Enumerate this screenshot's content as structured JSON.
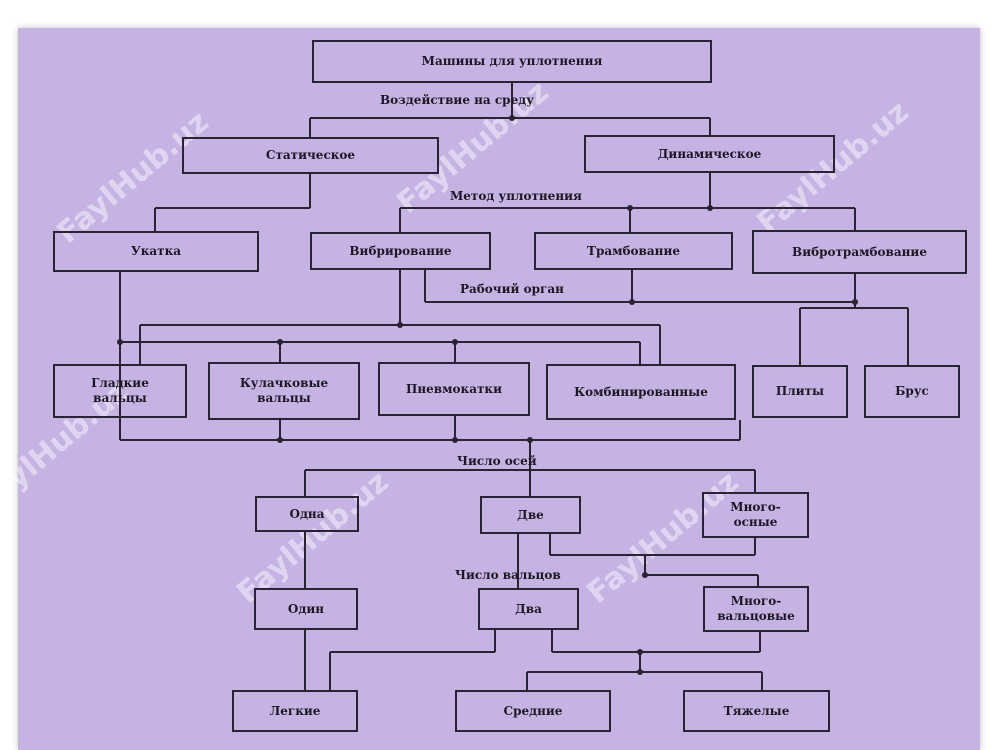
{
  "nodes": {
    "root": "Машины для уплотнения",
    "static": "Статическое",
    "dynamic": "Динамическое",
    "ukatka": "Укатка",
    "vibro": "Вибрирование",
    "tramb": "Трамбование",
    "vibrotramb": "Вибротрамбование",
    "gladkie": "Гладкие\nвальцы",
    "kulach": "Кулачковые\nвальцы",
    "pnevmo": "Пневмокатки",
    "kombi": "Комбинированные",
    "plity": "Плиты",
    "brus": "Брус",
    "odna": "Одна",
    "dve": "Две",
    "mnogoosnye": "Много-\nосные",
    "odin": "Один",
    "dva": "Два",
    "mnogovaltsovye": "Много-\nвальцовые",
    "legkie": "Легкие",
    "srednie": "Средние",
    "tyazhelye": "Тяжелые"
  },
  "labels": {
    "impact": "Воздействие   на среду",
    "method": "Метод уплотнения",
    "organ": "Рабочий орган",
    "axes": "Число   осей",
    "rollers": "Число   вальцов"
  },
  "watermark": "FaylHub.uz",
  "colors": {
    "background": "#c6b3e3",
    "line": "#2a2330"
  }
}
